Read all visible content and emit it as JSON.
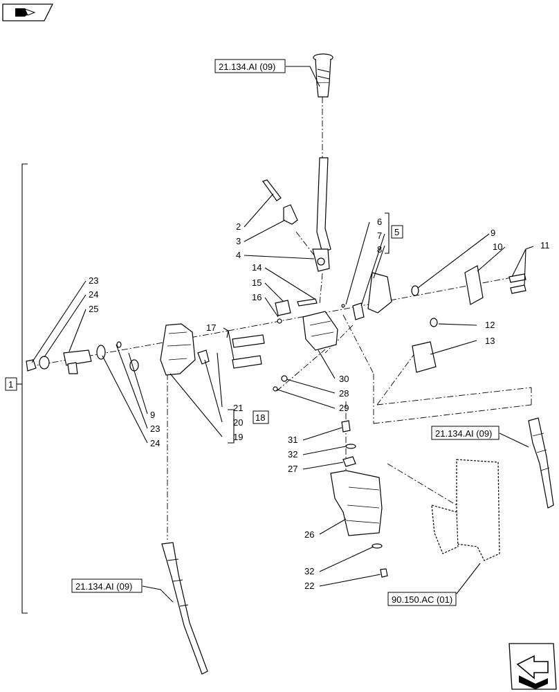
{
  "refs": {
    "top": "21.134.AI (09)",
    "right": "21.134.AI (09)",
    "bottom_left": "21.134.AI (09)",
    "bottom_right": "90.150.AC (01)"
  },
  "groups": {
    "main": "1",
    "group5": "5",
    "group18": "18"
  },
  "callouts": {
    "c2": "2",
    "c3": "3",
    "c4": "4",
    "c6": "6",
    "c7": "7",
    "c8": "8",
    "c9a": "9",
    "c10": "10",
    "c11": "11",
    "c12": "12",
    "c13": "13",
    "c14": "14",
    "c15": "15",
    "c16": "16",
    "c17": "17",
    "c23a": "23",
    "c24a": "24",
    "c25": "25",
    "c9b": "9",
    "c23b": "23",
    "c24b": "24",
    "c21": "21",
    "c20": "20",
    "c19": "19",
    "c30": "30",
    "c28": "28",
    "c29": "29",
    "c31": "31",
    "c32a": "32",
    "c27": "27",
    "c26": "26",
    "c32b": "32",
    "c22": "22"
  },
  "icons": {
    "top_left": "book-hand-icon",
    "bottom_right": "next-page-arrow-icon"
  }
}
